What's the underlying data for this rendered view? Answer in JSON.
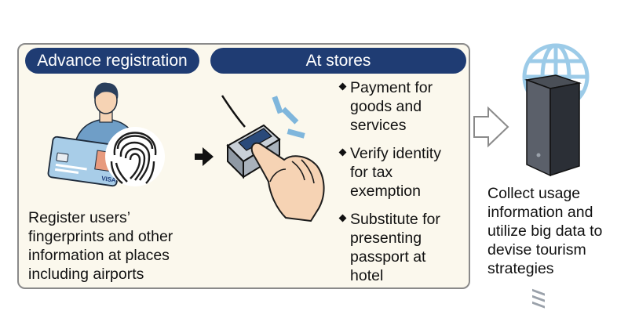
{
  "sections": {
    "advance_registration": {
      "title": "Advance registration",
      "caption_lines": [
        "Register users’",
        "fingerprints and other",
        "information at places",
        "including airports"
      ]
    },
    "at_stores": {
      "title": "At stores",
      "bullets": [
        {
          "lines": [
            "Payment for",
            "goods and",
            "services"
          ]
        },
        {
          "lines": [
            "Verify identity",
            "for tax",
            "exemption"
          ]
        },
        {
          "lines": [
            "Substitute for",
            "presenting",
            "passport at",
            "hotel"
          ]
        }
      ]
    },
    "data_collection": {
      "caption_lines": [
        "Collect usage",
        "information and",
        "utilize big data to",
        "devise tourism",
        "strategies"
      ]
    }
  },
  "id_card": {
    "brand_text": "VISA"
  },
  "colors": {
    "header_pill": "#1f3c73",
    "panel_bg": "#fbf8ed",
    "panel_border": "#8a8a8a",
    "accent_blue": "#7fb6dc",
    "globe": "#9ccbe8",
    "server": "#2b2f36",
    "skin": "#f6d3b4"
  },
  "icons": [
    "person-icon",
    "id-card-icon",
    "fingerprint-icon",
    "flow-arrow-icon",
    "fingerprint-scanner-icon",
    "hand-icon",
    "hollow-arrow-icon",
    "globe-icon",
    "server-icon"
  ]
}
